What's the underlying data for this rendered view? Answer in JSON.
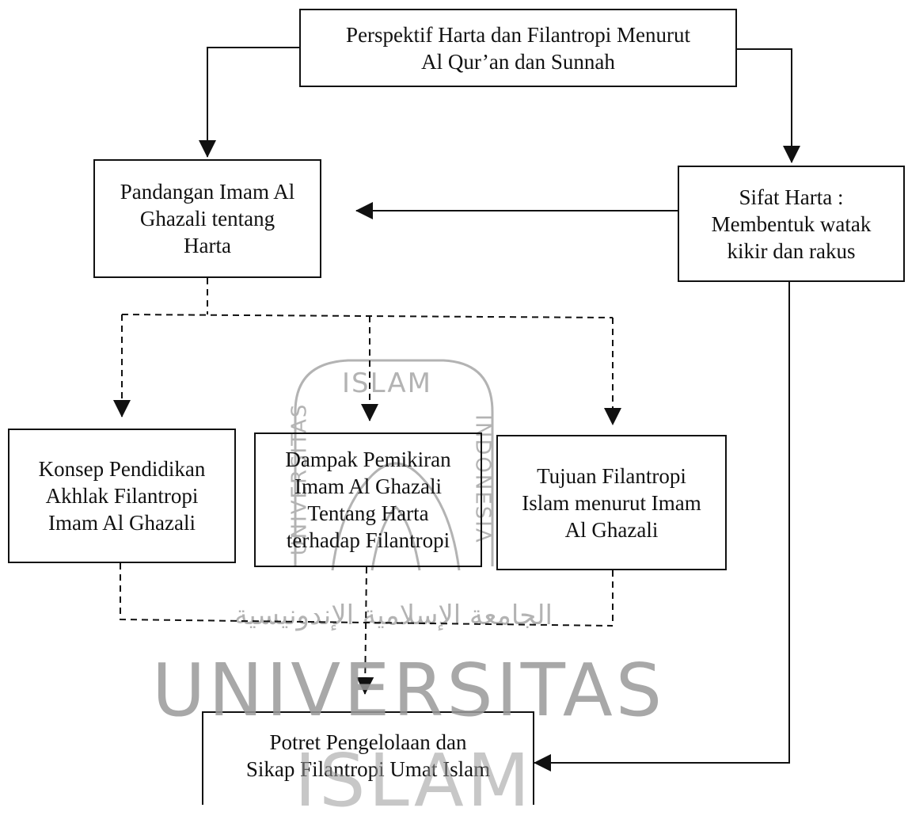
{
  "nodes": {
    "top": {
      "lines": [
        "Perspektif Harta dan Filantropi Menurut",
        "Al Qur’an dan Sunnah"
      ]
    },
    "left": {
      "lines": [
        "Pandangan Imam Al",
        "Ghazali tentang",
        "Harta"
      ]
    },
    "right": {
      "lines": [
        "Sifat Harta :",
        "Membentuk watak",
        "kikir dan rakus"
      ]
    },
    "konsep": {
      "lines": [
        "Konsep  Pendidikan",
        "Akhlak Filantropi",
        "Imam Al Ghazali"
      ]
    },
    "dampak": {
      "lines": [
        "Dampak Pemikiran",
        "Imam Al Ghazali",
        "Tentang Harta",
        "terhadap Filantropi"
      ]
    },
    "tujuan": {
      "lines": [
        "Tujuan Filantropi",
        "Islam menurut Imam",
        "Al Ghazali"
      ]
    },
    "potret": {
      "lines": [
        "Potret Pengelolaan dan",
        "Sikap Filantropi Umat Islam"
      ]
    }
  },
  "watermark": {
    "seal_top": "ISLAM",
    "seal_left": "UNIVERSITAS",
    "seal_right": "INDONESIA",
    "big_line1": "UNIVERSITAS",
    "big_line2": "ISLAM"
  },
  "colors": {
    "ink": "#111111",
    "watermark": "#b3b3b3"
  }
}
